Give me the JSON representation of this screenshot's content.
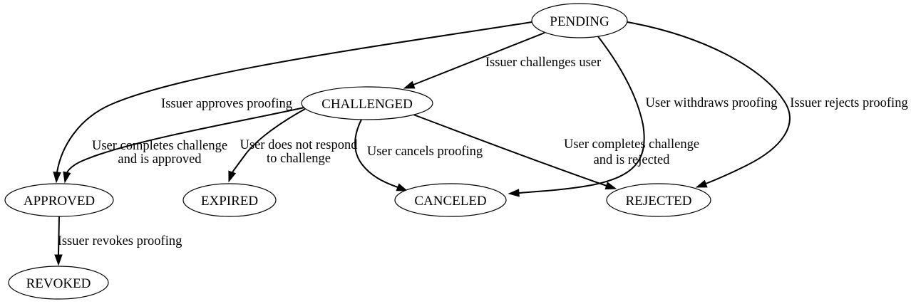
{
  "diagram": {
    "kind": "state-machine",
    "colors": {
      "background": "#ffffff",
      "node_fill": "#ffffff",
      "stroke": "#000000",
      "text": "#000000"
    },
    "nodes": [
      {
        "id": "pending",
        "label": "PENDING"
      },
      {
        "id": "challenged",
        "label": "CHALLENGED"
      },
      {
        "id": "approved",
        "label": "APPROVED"
      },
      {
        "id": "expired",
        "label": "EXPIRED"
      },
      {
        "id": "canceled",
        "label": "CANCELED"
      },
      {
        "id": "rejected",
        "label": "REJECTED"
      },
      {
        "id": "revoked",
        "label": "REVOKED"
      }
    ],
    "edges": [
      {
        "from": "PENDING",
        "to": "CHALLENGED",
        "label": "Issuer challenges user",
        "label_lines": [
          "Issuer challenges user"
        ]
      },
      {
        "from": "PENDING",
        "to": "APPROVED",
        "label": "Issuer approves proofing",
        "label_lines": [
          "Issuer approves proofing"
        ]
      },
      {
        "from": "PENDING",
        "to": "CANCELED",
        "label": "User withdraws proofing",
        "label_lines": [
          "User withdraws proofing"
        ]
      },
      {
        "from": "PENDING",
        "to": "REJECTED",
        "label": "Issuer rejects proofing",
        "label_lines": [
          "Issuer rejects proofing"
        ]
      },
      {
        "from": "CHALLENGED",
        "to": "APPROVED",
        "label": "User completes challenge and is approved",
        "label_lines": [
          "User completes challenge",
          "and is approved"
        ]
      },
      {
        "from": "CHALLENGED",
        "to": "EXPIRED",
        "label": "User does not respond to challenge",
        "label_lines": [
          "User does not respond",
          "to challenge"
        ]
      },
      {
        "from": "CHALLENGED",
        "to": "CANCELED",
        "label": "User cancels proofing",
        "label_lines": [
          "User cancels proofing"
        ]
      },
      {
        "from": "CHALLENGED",
        "to": "REJECTED",
        "label": "User completes challenge and is rejected",
        "label_lines": [
          "User completes challenge",
          "and is rejected"
        ]
      },
      {
        "from": "APPROVED",
        "to": "REVOKED",
        "label": "Issuer revokes proofing",
        "label_lines": [
          "Issuer revokes proofing"
        ]
      }
    ]
  }
}
